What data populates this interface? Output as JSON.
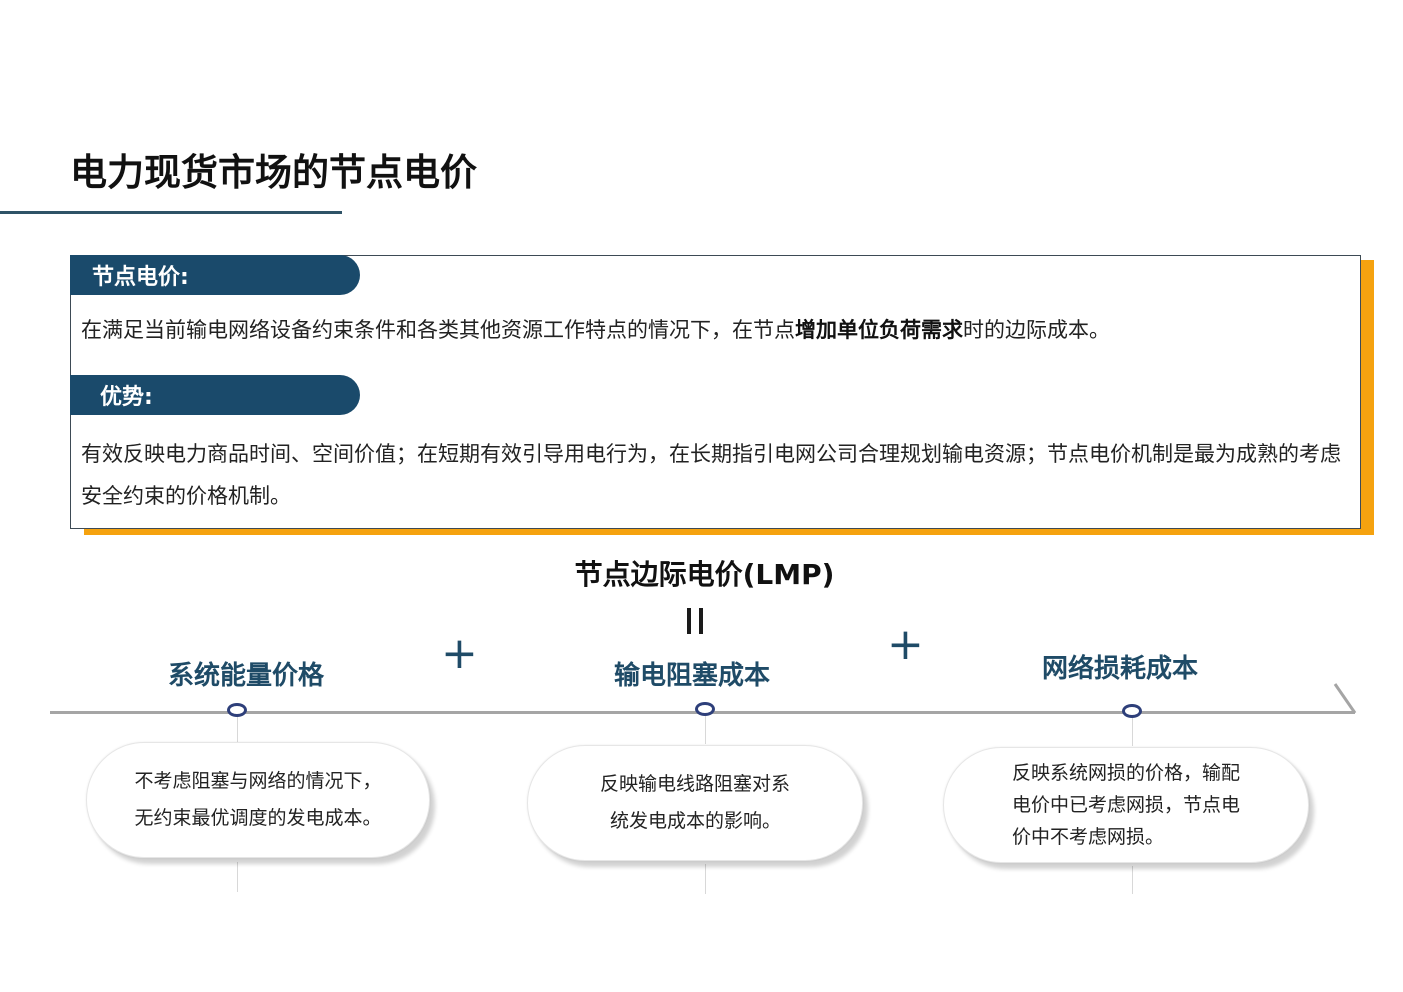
{
  "page": {
    "title": "电力现货市场的节点电价"
  },
  "info_box": {
    "definition": {
      "heading": "节点电价:",
      "text_before": "在满足当前输电网络设备约束条件和各类其他资源工作特点的情况下，在节点",
      "text_bold": "增加单位负荷需求",
      "text_after": "时的边际成本。"
    },
    "advantages": {
      "heading": "优势:",
      "text": "有效反映电力商品时间、空间价值；在短期有效引导用电行为，在长期指引电网公司合理规划输电资源；节点电价机制是最为成熟的考虑安全约束的价格机制。"
    }
  },
  "formula": {
    "title": "节点边际电价(LMP)",
    "equals": "=",
    "plus": "+",
    "components": [
      {
        "label": "系统能量价格",
        "description_lines": [
          "不考虑阻塞与网络的情况下，",
          "无约束最优调度的发电成本。"
        ]
      },
      {
        "label": "输电阻塞成本",
        "description_lines": [
          "反映输电线路阻塞对系",
          "统发电成本的影响。"
        ]
      },
      {
        "label": "网络损耗成本",
        "description_lines": [
          "反映系统网损的价格，输配",
          "电价中已考虑网损，节点电",
          "价中不考虑网损。"
        ]
      }
    ]
  },
  "colors": {
    "navy": "#1a4a6b",
    "accent_orange": "#f5a20f",
    "label_blue": "#1f4b67",
    "node_ring": "#2e3f7a",
    "timeline_gray": "#a5a5a5"
  }
}
